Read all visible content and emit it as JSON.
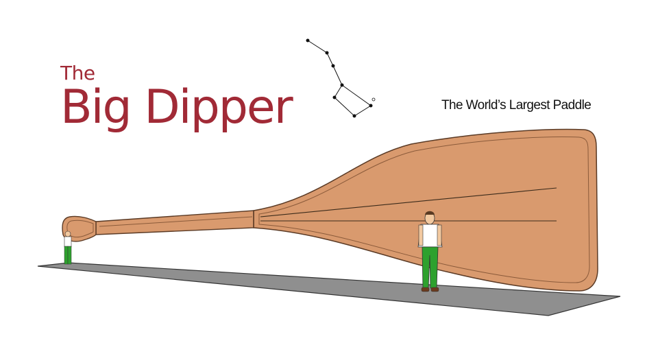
{
  "title": {
    "line1": "The",
    "line2": "Big Dipper"
  },
  "subtitle": "The World’s Largest Paddle",
  "colors": {
    "title": "#a12a36",
    "paddle_fill": "#d99a6e",
    "paddle_outline": "#5a3a25",
    "platform": "#8f8f8f",
    "pants": "#2ea12e",
    "shirt": "#ffffff",
    "skin": "#f2c9a0",
    "hair": "#5a3a22"
  },
  "constellation": {
    "name_icon": "big-dipper-constellation-icon"
  }
}
